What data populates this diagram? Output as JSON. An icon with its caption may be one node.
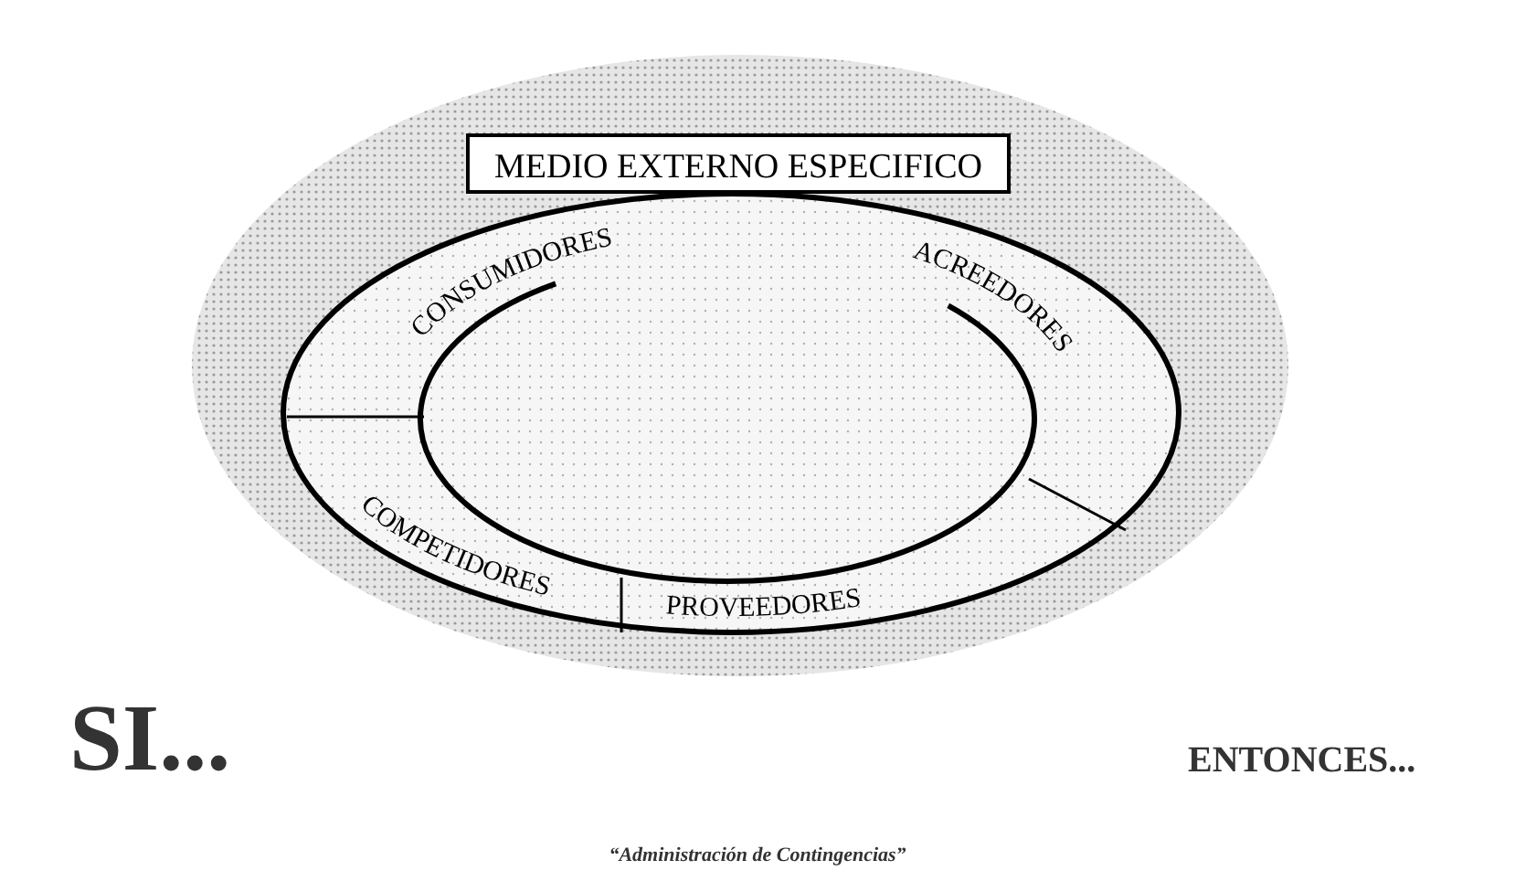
{
  "diagram": {
    "caption": "“Administración de Contingencias”",
    "nodes": [
      {
        "text": [],
        "shape": "ellipse"
      },
      {
        "text": [
          "MEDIO EXTERNO ESPECIFICO"
        ],
        "in": 0
      },
      {
        "text": [
          "CONSUMIDORES"
        ],
        "in": 1
      },
      {
        "text": [
          "ACREEDORES"
        ],
        "in": 1
      },
      {
        "text": [
          "COMPETIDORES"
        ],
        "in": 1
      },
      {
        "text": [
          "PROVEEDORES"
        ],
        "in": 1
      },
      {
        "text": [],
        "shape": "ellipse",
        "in": 1
      }
    ],
    "labels": [
      "SI...",
      "ENTONCES..."
    ]
  }
}
